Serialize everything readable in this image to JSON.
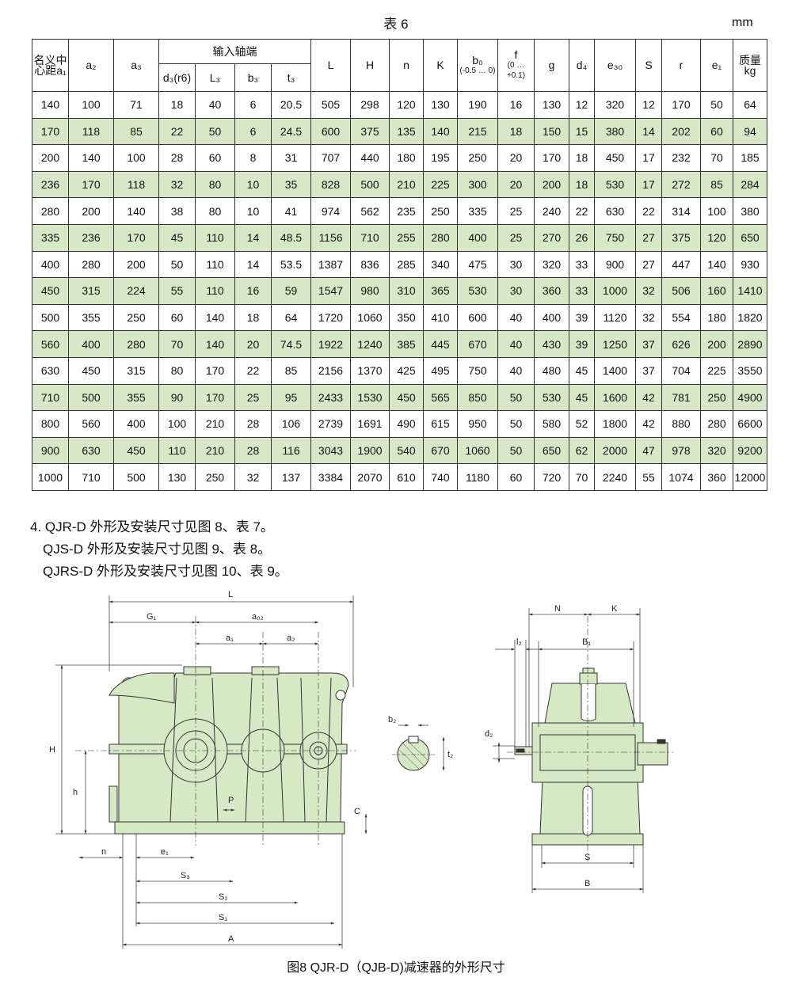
{
  "table": {
    "caption": "表 6",
    "unit": "mm",
    "header_group": "输入轴端",
    "headers": {
      "a1": "名义中心距a₁",
      "a2": "a₂",
      "a3": "a₃",
      "d3": "d₃(r6)",
      "L3": "L₃",
      "b3": "b₃",
      "t3": "t₃",
      "L": "L",
      "H": "H",
      "n": "n",
      "K": "K",
      "b0": "b₀",
      "b0_tol": "(-0.5 … 0)",
      "f": "f",
      "f_tol": "(0 … +0.1)",
      "g": "g",
      "d4": "d₄",
      "e30": "e₃₀",
      "S": "S",
      "r": "r",
      "e1": "e₁",
      "mass": "质量kg"
    },
    "rows": [
      [
        "140",
        "100",
        "71",
        "18",
        "40",
        "6",
        "20.5",
        "505",
        "298",
        "120",
        "130",
        "190",
        "16",
        "130",
        "12",
        "320",
        "12",
        "170",
        "50",
        "64"
      ],
      [
        "170",
        "118",
        "85",
        "22",
        "50",
        "6",
        "24.5",
        "600",
        "375",
        "135",
        "140",
        "215",
        "18",
        "150",
        "15",
        "380",
        "14",
        "202",
        "60",
        "94"
      ],
      [
        "200",
        "140",
        "100",
        "28",
        "60",
        "8",
        "31",
        "707",
        "440",
        "180",
        "195",
        "250",
        "20",
        "170",
        "18",
        "450",
        "17",
        "232",
        "70",
        "185"
      ],
      [
        "236",
        "170",
        "118",
        "32",
        "80",
        "10",
        "35",
        "828",
        "500",
        "210",
        "225",
        "300",
        "20",
        "200",
        "18",
        "530",
        "17",
        "272",
        "85",
        "284"
      ],
      [
        "280",
        "200",
        "140",
        "38",
        "80",
        "10",
        "41",
        "974",
        "562",
        "235",
        "250",
        "335",
        "25",
        "240",
        "22",
        "630",
        "22",
        "314",
        "100",
        "380"
      ],
      [
        "335",
        "236",
        "170",
        "45",
        "110",
        "14",
        "48.5",
        "1156",
        "710",
        "255",
        "280",
        "400",
        "25",
        "270",
        "26",
        "750",
        "27",
        "375",
        "120",
        "650"
      ],
      [
        "400",
        "280",
        "200",
        "50",
        "110",
        "14",
        "53.5",
        "1387",
        "836",
        "285",
        "340",
        "475",
        "30",
        "320",
        "33",
        "900",
        "27",
        "447",
        "140",
        "930"
      ],
      [
        "450",
        "315",
        "224",
        "55",
        "110",
        "16",
        "59",
        "1547",
        "980",
        "310",
        "365",
        "530",
        "30",
        "360",
        "33",
        "1000",
        "32",
        "506",
        "160",
        "1410"
      ],
      [
        "500",
        "355",
        "250",
        "60",
        "140",
        "18",
        "64",
        "1720",
        "1060",
        "350",
        "410",
        "600",
        "40",
        "400",
        "39",
        "1120",
        "32",
        "554",
        "180",
        "1820"
      ],
      [
        "560",
        "400",
        "280",
        "70",
        "140",
        "20",
        "74.5",
        "1922",
        "1240",
        "385",
        "445",
        "670",
        "40",
        "430",
        "39",
        "1250",
        "37",
        "626",
        "200",
        "2890"
      ],
      [
        "630",
        "450",
        "315",
        "80",
        "170",
        "22",
        "85",
        "2156",
        "1370",
        "425",
        "495",
        "750",
        "40",
        "480",
        "45",
        "1400",
        "37",
        "704",
        "225",
        "3550"
      ],
      [
        "710",
        "500",
        "355",
        "90",
        "170",
        "25",
        "95",
        "2433",
        "1530",
        "450",
        "565",
        "850",
        "50",
        "530",
        "45",
        "1600",
        "42",
        "781",
        "250",
        "4900"
      ],
      [
        "800",
        "560",
        "400",
        "100",
        "210",
        "28",
        "106",
        "2739",
        "1691",
        "490",
        "615",
        "950",
        "50",
        "580",
        "52",
        "1800",
        "42",
        "880",
        "280",
        "6600"
      ],
      [
        "900",
        "630",
        "450",
        "110",
        "210",
        "28",
        "116",
        "3043",
        "1900",
        "540",
        "670",
        "1060",
        "50",
        "650",
        "62",
        "2000",
        "47",
        "978",
        "320",
        "9200"
      ],
      [
        "1000",
        "710",
        "500",
        "130",
        "250",
        "32",
        "137",
        "3384",
        "2070",
        "610",
        "740",
        "1180",
        "60",
        "720",
        "70",
        "2240",
        "55",
        "1074",
        "360",
        "12000"
      ]
    ]
  },
  "notes": [
    "4. QJR-D 外形及安装尺寸见图 8、表 7。",
    "QJS-D 外形及安装尺寸见图 9、表 8。",
    "QJRS-D 外形及安装尺寸见图 10、表 9。"
  ],
  "drawing": {
    "labels": {
      "L": "L",
      "G1": "G₁",
      "a02": "a₀₂",
      "a1": "a₁",
      "a2": "a₂",
      "H": "H",
      "h": "h",
      "P": "P",
      "C": "C",
      "n": "n",
      "e1": "e₁",
      "S3": "S₃",
      "S2": "S₂",
      "S1": "S₁",
      "A": "A",
      "b2": "b₂",
      "t2": "t₂",
      "N": "N",
      "K": "K",
      "l2": "l₂",
      "B1": "B₁",
      "d2": "d₂",
      "S": "S",
      "B": "B"
    },
    "colors": {
      "body": "#d5e9c4",
      "line": "#333333",
      "dim": "#444444"
    }
  },
  "figure_caption": "图8  QJR-D（QJB-D)减速器的外形尺寸"
}
